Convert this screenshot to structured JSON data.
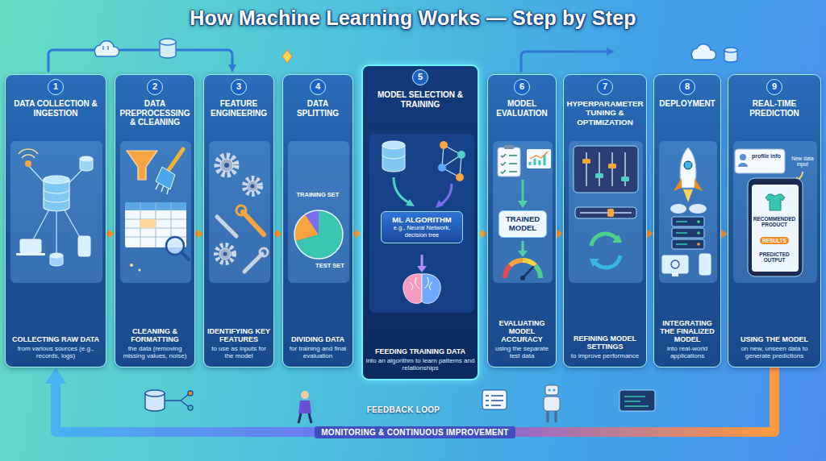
{
  "diagram": {
    "title": "How Machine Learning Works — Step by Step",
    "nodes": [
      {
        "text": [
          "DATA COLLECTION & INGESTION",
          "COLLECTING RAW DATA",
          "from various sources (e.g., records, logs)"
        ]
      },
      {
        "text": [
          "DATA PREPROCESSING & CLEANING",
          "CLEANING & FORMATTING",
          "the data (removing missing values, noise)"
        ]
      },
      {
        "text": [
          "FEATURE ENGINEERING",
          "IDENTIFYING KEY FEATURES",
          "to use as inputs for the model"
        ]
      },
      {
        "text": [
          "DATA SPLITTING",
          "DIVIDING DATA",
          "for training and final evaluation"
        ]
      },
      {
        "text": [
          "MODEL SELECTION & TRAINING",
          "FEEDING TRAINING DATA",
          "into an algorithm to learn patterns and relationships"
        ]
      },
      {
        "text": [
          "ML ALGORITHM",
          "e.g., Neural Network, decision tree"
        ],
        "in": 4
      },
      {
        "text": [
          "MODEL EVALUATION",
          "EVALUATING MODEL ACCURACY",
          "using the separate test data"
        ]
      },
      {
        "text": [
          "TRAINED MODEL"
        ],
        "in": 6
      },
      {
        "text": [
          "HYPERPARAMETER TUNING & OPTIMIZATION",
          "REFINING MODEL SETTINGS",
          "to improve performance"
        ]
      },
      {
        "text": [
          "DEPLOYMENT",
          "INTEGRATING THE FINALIZED MODEL",
          "into real-world applications"
        ]
      },
      {
        "text": [
          "REAL-TIME PREDICTION",
          "USING THE MODEL",
          "on new, unseen data to generate predictions"
        ]
      }
    ],
    "edges": [
      {
        "from": 0,
        "to": 1,
        "arrow": "to"
      },
      {
        "from": 1,
        "to": 2,
        "arrow": "to"
      },
      {
        "from": 2,
        "to": 3,
        "arrow": "to"
      },
      {
        "from": 3,
        "to": 4,
        "arrow": "to"
      },
      {
        "from": 4,
        "to": 6,
        "arrow": "to"
      },
      {
        "from": 6,
        "to": 8,
        "arrow": "to"
      },
      {
        "from": 8,
        "to": 9,
        "arrow": "to"
      },
      {
        "from": 9,
        "to": 10,
        "arrow": "to"
      },
      {
        "from": 10,
        "to": 0,
        "label": "MONITORING & CONTINUOUS IMPROVEMENT",
        "arrow": "to"
      }
    ],
    "labels": [
      "1",
      "2",
      "3",
      "4",
      "5",
      "6",
      "7",
      "8",
      "9",
      "TRAINING SET",
      "TEST SET",
      "profile info",
      "New data input",
      "RECOMMENDED PRODUCT",
      "RESULTS",
      "PREDICTED OUTPUT",
      "FEEDBACK LOOP"
    ]
  }
}
